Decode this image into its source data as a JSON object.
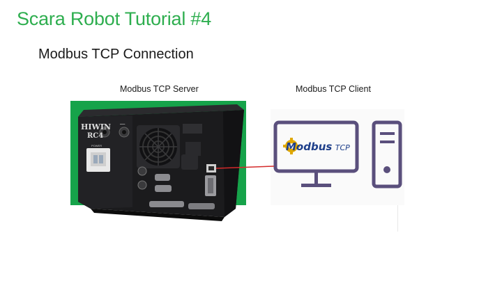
{
  "slide": {
    "title": "Scara Robot Tutorial #4",
    "subtitle": "Modbus TCP Connection"
  },
  "server": {
    "label": "Modbus TCP Server",
    "brand": "HIWIN",
    "model": "RC4",
    "power_label": "POWER"
  },
  "client": {
    "label": "Modbus TCP Client",
    "logo_word": "Modbus",
    "logo_suffix": "TCP"
  },
  "colors": {
    "title": "#2eae4f",
    "panel_green": "#16a34a",
    "icon_purple": "#5a4f7c",
    "cable_red": "#d42a2a",
    "logo_gold": "#e0a800"
  }
}
